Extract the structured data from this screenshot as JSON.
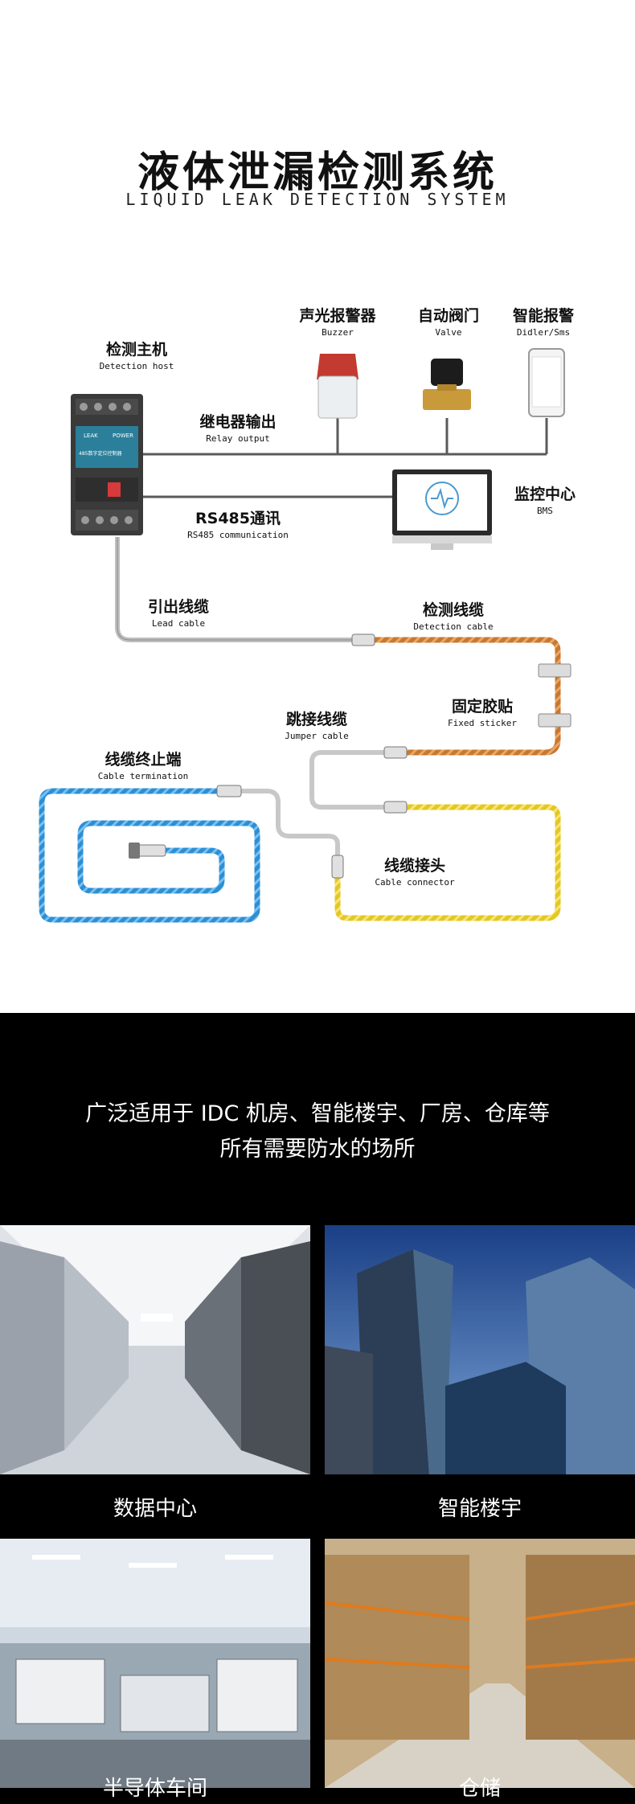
{
  "header": {
    "title": "液体泄漏检测系统",
    "subtitle": "LIQUID LEAK DETECTION SYSTEM"
  },
  "diagram": {
    "detection_host": {
      "cn": "检测主机",
      "en": "Detection host"
    },
    "buzzer": {
      "cn": "声光报警器",
      "en": "Buzzer"
    },
    "valve": {
      "cn": "自动阀门",
      "en": "Valve"
    },
    "sms": {
      "cn": "智能报警",
      "en": "Didler/Sms"
    },
    "relay": {
      "cn": "继电器输出",
      "en": "Relay output"
    },
    "bms": {
      "cn": "监控中心",
      "en": "BMS"
    },
    "rs485": {
      "cn": "RS485通讯",
      "en": "RS485 communication"
    },
    "lead_cable": {
      "cn": "引出线缆",
      "en": "Lead cable"
    },
    "detection_cable": {
      "cn": "检测线缆",
      "en": "Detection cable"
    },
    "fixed_sticker": {
      "cn": "固定胶贴",
      "en": "Fixed sticker"
    },
    "jumper_cable": {
      "cn": "跳接线缆",
      "en": "Jumper cable"
    },
    "cable_termination": {
      "cn": "线缆终止端",
      "en": "Cable termination"
    },
    "cable_connector": {
      "cn": "线缆接头",
      "en": "Cable connector"
    },
    "device_labels": {
      "leak": "LEAK",
      "power": "POWER",
      "model": "485数字定位控制器"
    }
  },
  "applications": {
    "slogan_line1": "广泛适用于 IDC 机房、智能楼宇、厂房、仓库等",
    "slogan_line2": "所有需要防水的场所",
    "items": [
      {
        "label": "数据中心"
      },
      {
        "label": "智能楼宇"
      },
      {
        "label": "半导体车间"
      },
      {
        "label": "仓储"
      }
    ]
  },
  "colors": {
    "detection_cable": "#c9782f",
    "cable_yellow": "#e4c723",
    "cable_blue": "#2c8fd6",
    "lead_cable": "#bfbfbf",
    "host_body": "#3a3a3a",
    "host_panel": "#2b7f9a"
  }
}
